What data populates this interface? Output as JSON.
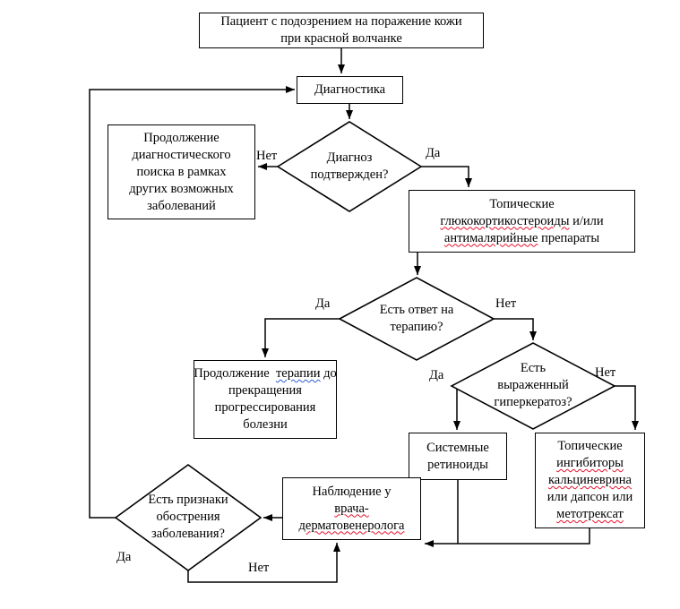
{
  "colors": {
    "line": "#000000",
    "box_bg": "#ffffff",
    "red_wavy": "#e8112d",
    "blue_wavy": "#2f5bd6"
  },
  "nodes": {
    "patient": {
      "lines": [
        "Пациент с подозрением на поражение кожи",
        "при красной волчанке"
      ]
    },
    "diagnostics": {
      "label": "Диагностика"
    },
    "diagnosis_confirmed": {
      "lines": [
        "Диагноз",
        "подтвержден?"
      ]
    },
    "continue_search": {
      "lines": [
        "Продолжение",
        "диагностического",
        "поиска в рамках",
        "других возможных",
        "заболеваний"
      ]
    },
    "topical_gcs": {
      "line1": "Топические",
      "line2_marked": "глюкокортикостероиды",
      "line2_rest": " и/или",
      "line3_marked": "антималярийные",
      "line3_rest": " препараты"
    },
    "therapy_response": {
      "lines": [
        "Есть ответ на",
        "терапию?"
      ]
    },
    "continue_therapy": {
      "line1_pre": "Продолжение  ",
      "line1_marked": "терапии",
      "line1_post": " до",
      "line2": "прекращения",
      "line3": "прогрессирования",
      "line4": "болезни"
    },
    "hyperkeratosis": {
      "lines": [
        "Есть",
        "выраженный",
        "гиперкератоз?"
      ]
    },
    "systemic_retinoids": {
      "lines": [
        "Системные",
        "ретиноиды"
      ]
    },
    "topical_inhibitors": {
      "line1": "Топические",
      "line2_marked": "ингибиторы",
      "line3_marked": "кальциневрина",
      "line4": "или дапсон или",
      "line5_marked": "метотрексат"
    },
    "observation": {
      "line1": "Наблюдение у",
      "line2_marked": "врача-",
      "line3_marked": "дерматовенеролога"
    },
    "exacerbation": {
      "lines": [
        "Есть признаки",
        "обострения",
        "заболевания?"
      ]
    }
  },
  "edge_labels": {
    "confirmed_no": "Нет",
    "confirmed_yes": "Да",
    "response_yes": "Да",
    "response_no": "Нет",
    "hyper_yes": "Да",
    "hyper_no": "Нет",
    "exacerbation_yes": "Да",
    "exacerbation_no": "Нет"
  }
}
